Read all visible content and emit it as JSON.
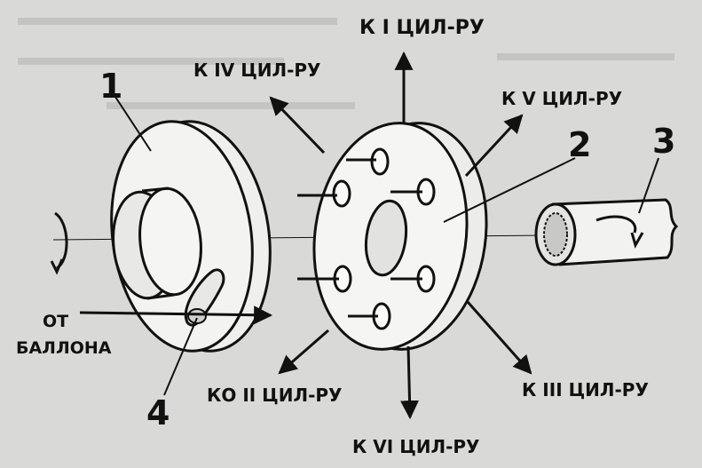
{
  "labels": {
    "cyl1": "К I ЦИЛ-РУ",
    "cyl4": "К IV ЦИЛ-РУ",
    "cyl5": "К V ЦИЛ-РУ",
    "cyl2": "КО II ЦИЛ-РУ",
    "cyl3": "К III ЦИЛ-РУ",
    "cyl6": "К VI ЦИЛ-РУ",
    "from_line1": "ОТ",
    "from_line2": "БАЛЛОНА"
  },
  "numbers": {
    "n1": "1",
    "n2": "2",
    "n3": "3",
    "n4": "4"
  },
  "colors": {
    "ink": "#111111",
    "paper": "#d9d9d7"
  }
}
